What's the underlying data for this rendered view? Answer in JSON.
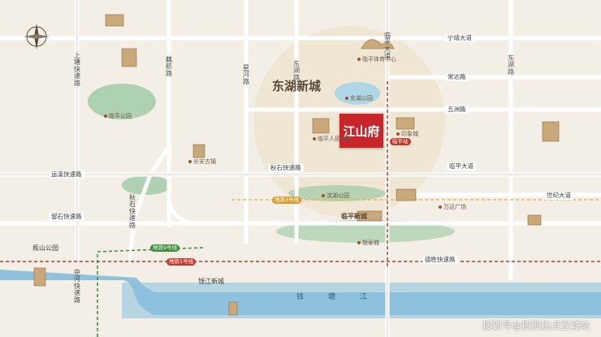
{
  "map": {
    "districts": {
      "donghu": "东湖新城",
      "linping": "临平新城",
      "qiantang": "钱江新城",
      "yuhang": "瓶山公园"
    },
    "project_name": "江山府",
    "river_name": "钱塘江",
    "roads_vertical": {
      "shanghui": "上塘快速路",
      "chengchao": "藕舫路",
      "xinghe": "星河路",
      "donghu": "东湖路",
      "linping": "临平大道",
      "zhonghe": "中河快速路",
      "qiushi": "秋石快速路",
      "donghu_east": "东湖路"
    },
    "roads_horizontal": {
      "ningqing": "宁靖大道",
      "changda": "常达路",
      "wuzhou": "五洲路",
      "linping_ave": "临平大道",
      "qiushi": "秋石快速路",
      "yunhe": "运溪快速路",
      "qishi": "留石快速路",
      "shiji": "世纪大道",
      "desheng": "德胜快速路"
    },
    "landmarks": {
      "linping_stadium": "临平体育中心",
      "changan": "长安古镇",
      "linping_park": "临平公园",
      "donghu_park": "东湖公园",
      "binhu_park": "滨湖公园",
      "mall": "印象城",
      "hospital": "临平人民医院",
      "metro1": "地铁1号线",
      "metro3": "地铁3号线",
      "metro9": "地铁9号线",
      "station": "临平站",
      "wanda": "万达广场",
      "yintai": "银泰城"
    },
    "watermark": "搜狐号@搜狐焦点宣城站"
  }
}
